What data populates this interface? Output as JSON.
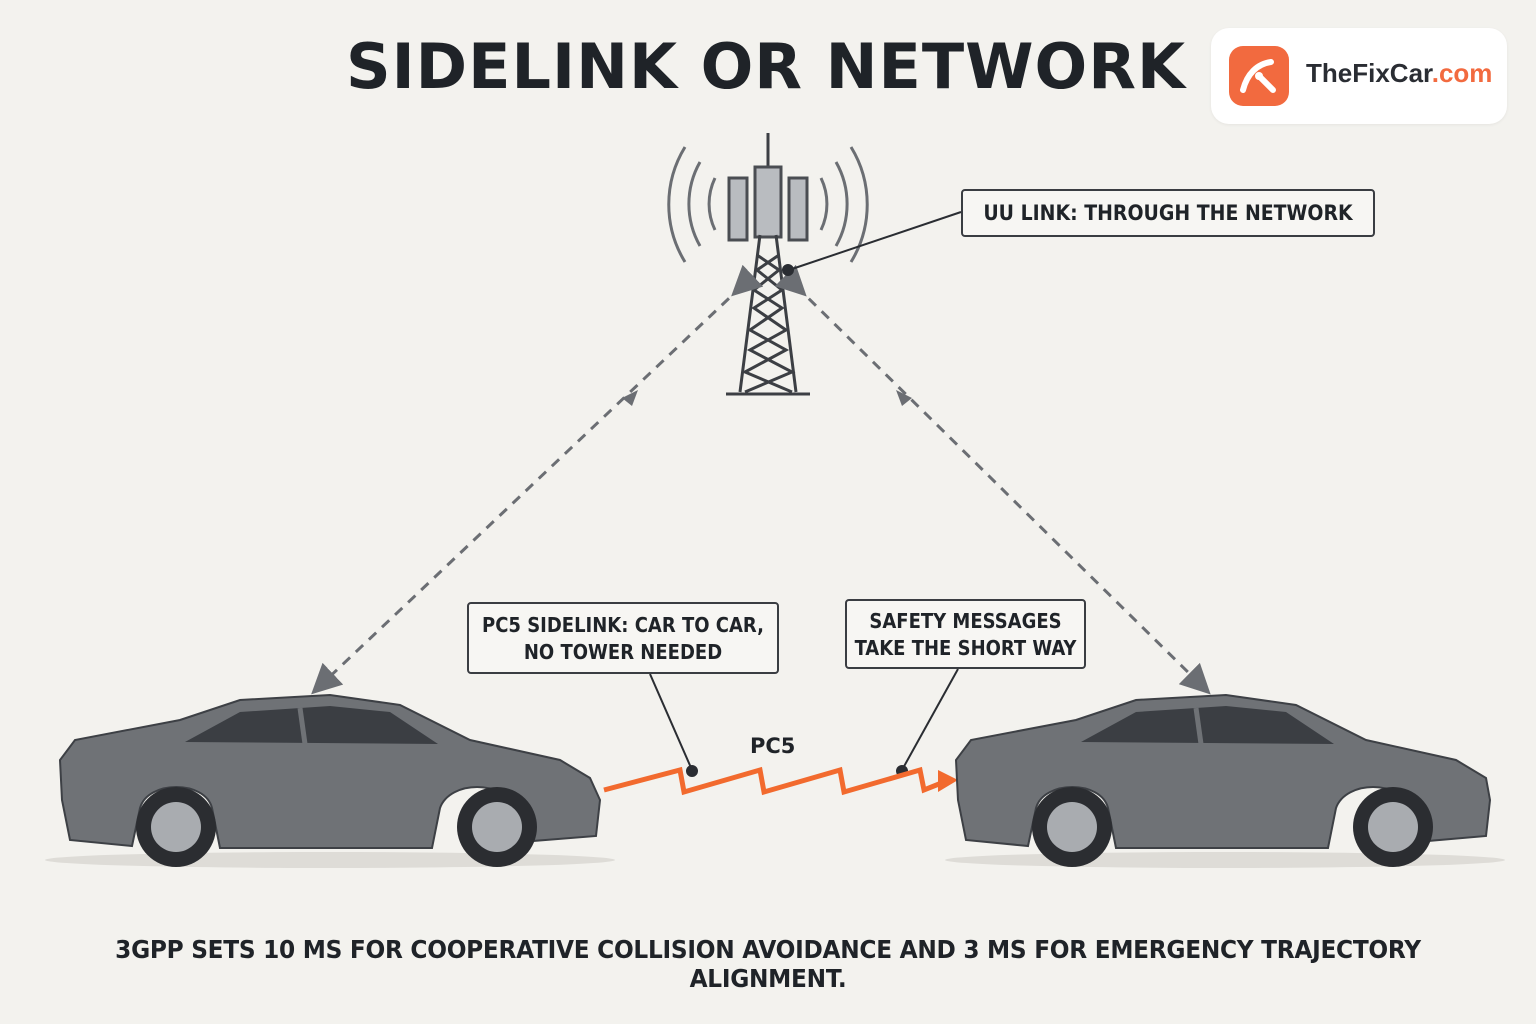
{
  "header": {
    "title": "SIDELINK OR NETWORK"
  },
  "brand": {
    "name_main": "TheFixCar",
    "name_suffix": ".com",
    "accent_color": "#f26a3f"
  },
  "callouts": {
    "uu_link": "UU  LINK: THROUGH THE NETWORK",
    "pc5_sidelink_line1": "PC5 SIDELINK: CAR TO CAR,",
    "pc5_sidelink_line2": "NO TOWER NEEDED",
    "safety_line1": "SAFETY MESSAGES",
    "safety_line2": "TAKE THE SHORT WAY"
  },
  "labels": {
    "pc5": "PC5"
  },
  "caption": "3GPP SETS 10 MS FOR COOPERATIVE COLLISION AVOIDANCE AND 3 MS FOR EMERGENCY TRAJECTORY ALIGNMENT.",
  "icons": [
    "cell-tower-icon",
    "car-left-icon",
    "car-right-icon",
    "logo-icon"
  ],
  "colors": {
    "sidelink": "#f26a2e",
    "network_link": "#6b6e73",
    "car_body": "#6f7276"
  }
}
